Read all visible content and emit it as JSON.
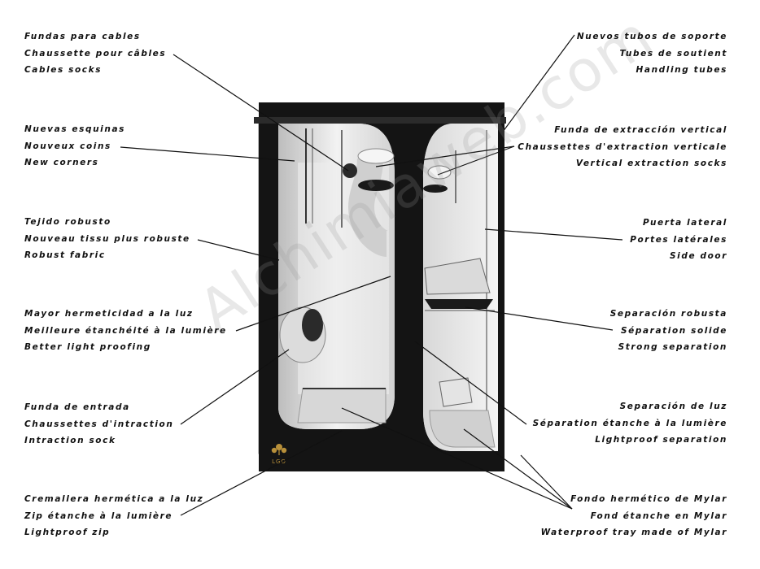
{
  "labels": {
    "cable_socks": [
      "Fundas para cables",
      "Chaussette pour câbles",
      "Cables socks"
    ],
    "new_corners": [
      "Nuevas esquinas",
      "Nouveux coins",
      "New corners"
    ],
    "robust_fabric": [
      "Tejido robusto",
      "Nouveau tissu plus robuste",
      "Robust fabric"
    ],
    "light_proofing": [
      "Mayor hermeticidad a la luz",
      "Meilleure étanchéité à la lumière",
      "Better light proofing"
    ],
    "intraction_sock": [
      "Funda de entrada",
      "Chaussettes d'intraction",
      "Intraction sock"
    ],
    "lightproof_zip": [
      "Cremallera hermética a la luz",
      "Zip étanche à la lumière",
      "Lightproof zip"
    ],
    "support_tubes": [
      "Nuevos tubos de soporte",
      "Tubes de soutient",
      "Handling tubes"
    ],
    "extraction_socks": [
      "Funda de extracción vertical",
      "Chaussettes d'extraction verticale",
      "Vertical extraction socks"
    ],
    "side_door": [
      "Puerta lateral",
      "Portes latérales",
      "Side door"
    ],
    "strong_separation": [
      "Separación robusta",
      "Séparation solide",
      "Strong separation"
    ],
    "light_separation": [
      "Separación de luz",
      "Séparation étanche à la lumière",
      "Lightproof separation"
    ],
    "mylar_tray": [
      "Fondo hermético de Mylar",
      "Fond étanche en Mylar",
      "Waterproof tray made of Mylar"
    ]
  },
  "brand": "LGO",
  "watermark": "Alchimiaweb.com",
  "colors": {
    "tent_frame": "#141414",
    "interior": "#e6e6e6",
    "text": "#111111",
    "watermark": "#969696"
  }
}
